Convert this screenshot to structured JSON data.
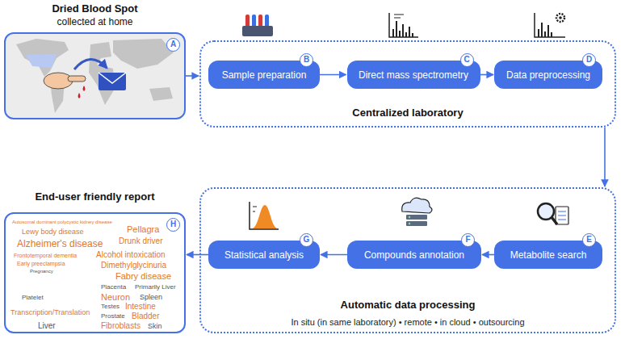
{
  "diagram": {
    "nodes": [
      {
        "text": [
          "Dried Blood Spot",
          "collected at home",
          "A"
        ]
      },
      {
        "text": [
          "Centralized laboratory"
        ]
      },
      {
        "text": [
          "Sample preparation",
          "B"
        ],
        "in": 1
      },
      {
        "text": [
          "Direct mass spectrometry",
          "C"
        ],
        "in": 1
      },
      {
        "text": [
          "Data preprocessing",
          "D"
        ],
        "in": 1
      },
      {
        "text": [
          "Automatic data processing",
          "In situ (in same laboratory)  • remote  • in cloud  • outsourcing"
        ]
      },
      {
        "text": [
          "Metabolite search",
          "E"
        ],
        "in": 5
      },
      {
        "text": [
          "Compounds annotation",
          "F"
        ],
        "in": 5
      },
      {
        "text": [
          "Statistical analysis",
          "G"
        ],
        "in": 5
      },
      {
        "text": [
          "End-user friendly report",
          "H"
        ]
      }
    ],
    "edges": [
      {
        "from": 0,
        "to": 1,
        "arrow": "to"
      },
      {
        "from": 2,
        "to": 3,
        "arrow": "to"
      },
      {
        "from": 3,
        "to": 4,
        "arrow": "to"
      },
      {
        "from": 1,
        "to": 5,
        "arrow": "to"
      },
      {
        "from": 6,
        "to": 7,
        "arrow": "to"
      },
      {
        "from": 7,
        "to": 8,
        "arrow": "to"
      },
      {
        "from": 8,
        "to": 9,
        "arrow": "to"
      }
    ],
    "labels": [
      "Autosomal dominant polycystic kidney disease",
      "Lewy body disease",
      "Alzheimer's disease",
      "Frontotemporal dementia",
      "Early preeclampsia",
      "Pregnancy",
      "Pellagra",
      "Drunk driver",
      "Alcohol intoxication",
      "Dimethylglycinuria",
      "Fabry disease",
      "Placenta",
      "Primarily Liver",
      "Neuron",
      "Spleen",
      "Testes",
      "Intestine",
      "Prostate",
      "Bladder",
      "Fibroblasts",
      "Skin",
      "Transcription/Translation",
      "Platelet",
      "Liver"
    ]
  }
}
